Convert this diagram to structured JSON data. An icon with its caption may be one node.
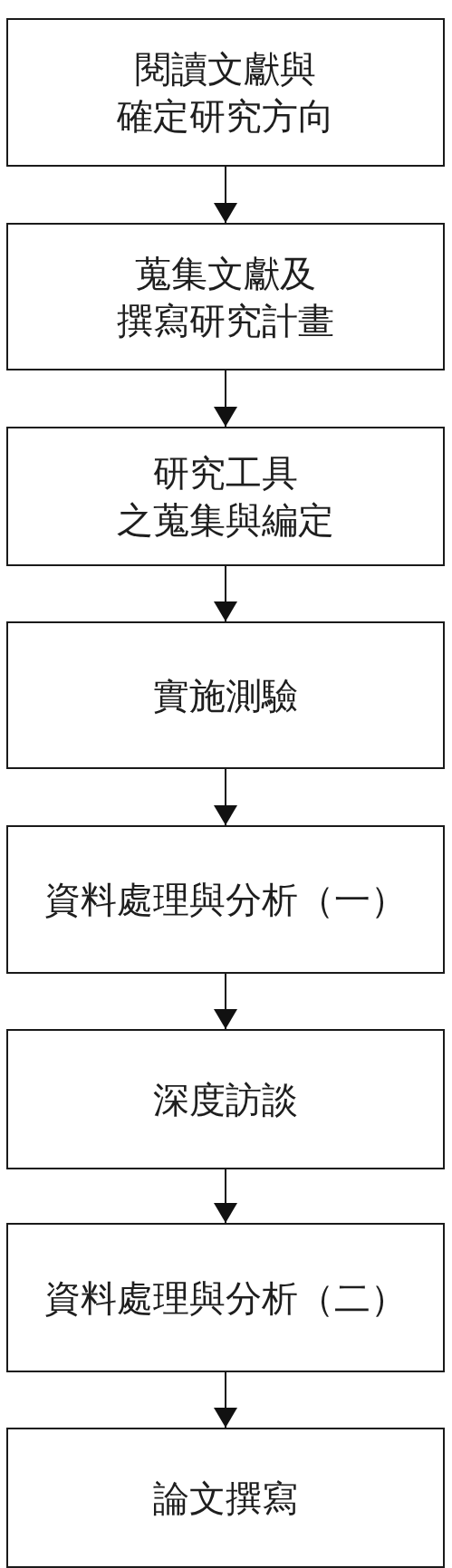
{
  "diagram": {
    "nodes": [
      {
        "text": [
          "閱讀文獻與確定研究方向"
        ]
      },
      {
        "text": [
          "蒐集文獻及撰寫研究計畫"
        ]
      },
      {
        "text": [
          "研究工具之蒐集與編定"
        ]
      },
      {
        "text": [
          "實施測驗"
        ]
      },
      {
        "text": [
          "資料處理與分析（一）"
        ]
      },
      {
        "text": [
          "深度訪談"
        ]
      },
      {
        "text": [
          "資料處理與分析（二）"
        ]
      },
      {
        "text": [
          "論文撰寫"
        ]
      }
    ],
    "edges": [
      {
        "from": 0,
        "to": 1,
        "arrow": "to"
      },
      {
        "from": 1,
        "to": 2,
        "arrow": "to"
      },
      {
        "from": 2,
        "to": 3,
        "arrow": "to"
      },
      {
        "from": 3,
        "to": 4,
        "arrow": "to"
      },
      {
        "from": 4,
        "to": 5,
        "arrow": "to"
      },
      {
        "from": 5,
        "to": 6,
        "arrow": "to"
      },
      {
        "from": 6,
        "to": 7,
        "arrow": "to"
      }
    ]
  }
}
